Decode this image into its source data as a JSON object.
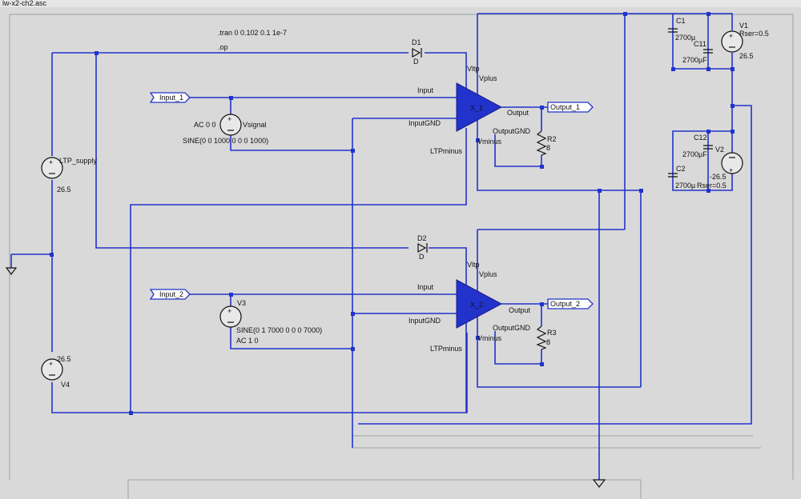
{
  "window": {
    "title": "lw-x2-ch2.asc"
  },
  "directives": {
    "tran": ".tran 0 0.102 0.1 1e-7",
    "op": ".op"
  },
  "diodes": [
    {
      "ref": "D1",
      "model": "D"
    },
    {
      "ref": "D2",
      "model": "D"
    }
  ],
  "amplifiers": [
    {
      "ref": "X_1",
      "pins": {
        "vltp": "Vltp",
        "vplus": "Vplus",
        "input": "Input",
        "input_gnd": "InputGND",
        "ltp_minus": "LTPminus",
        "vminus": "Vminus",
        "output": "Output",
        "output_gnd": "OutputGND"
      }
    },
    {
      "ref": "X_2",
      "pins": {
        "vltp": "Vltp",
        "vplus": "Vplus",
        "input": "Input",
        "input_gnd": "InputGND",
        "ltp_minus": "LTPminus",
        "vminus": "Vminus",
        "output": "Output",
        "output_gnd": "OutputGND"
      }
    }
  ],
  "ports": {
    "input_1": "Input_1",
    "input_2": "Input_2",
    "output_1": "Output_1",
    "output_2": "Output_2"
  },
  "sources": {
    "vsignal": {
      "ref": "Vsignal",
      "ac": "AC 0 0",
      "sine": "SINE(0 0 1000 0 0 0 1000)"
    },
    "v3": {
      "ref": "V3",
      "sine": "SINE(0 1 7000 0 0 0 7000)",
      "ac": "AC 1 0"
    },
    "ltp_supply": {
      "ref": "LTP_supply",
      "value": "26.5"
    },
    "v4": {
      "ref": "V4",
      "value": "26.5"
    },
    "v1": {
      "ref": "V1",
      "rser": "Rser=0.5",
      "value": "26.5"
    },
    "v2": {
      "ref": "V2",
      "rser": "Rser=0.5",
      "value": "-26.5"
    }
  },
  "resistors": [
    {
      "ref": "R2",
      "value": "8"
    },
    {
      "ref": "R3",
      "value": "8"
    }
  ],
  "capacitors": {
    "c1": {
      "ref": "C1",
      "value": "2700µ"
    },
    "c11": {
      "ref": "C11",
      "value": "2700µF"
    },
    "c12": {
      "ref": "C12",
      "value": "2700µF"
    },
    "c2": {
      "ref": "C2",
      "value": "2700µ"
    }
  },
  "colors": {
    "wire": "#2233cc",
    "component": "#111111",
    "background": "#d9d9d9",
    "amplifier_fill": "#2233cc"
  }
}
